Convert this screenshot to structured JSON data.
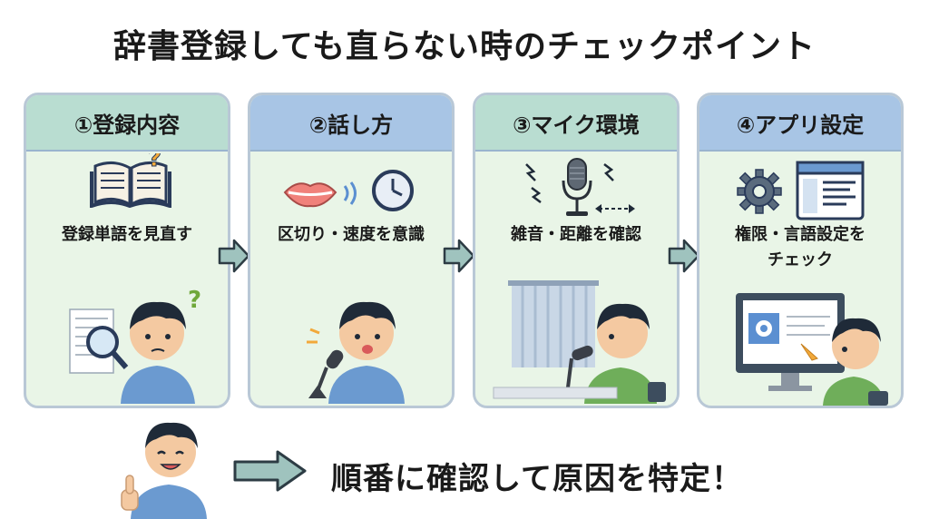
{
  "title": "辞書登録しても直らない時のチェックポイント",
  "cards": [
    {
      "header": "①登録内容",
      "text": "登録単語を見直す"
    },
    {
      "header": "②話し方",
      "text": "区切り・速度を意識"
    },
    {
      "header": "③マイク環境",
      "text": "雑音・距離を確認"
    },
    {
      "header": "④アプリ設定",
      "text_line1": "権限・言語設定を",
      "text_line2": "チェック"
    }
  ],
  "conclusion": "順番に確認して原因を特定！",
  "icons": [
    "book-question-icon",
    "lips-icon",
    "sound-waves-icon",
    "clock-icon",
    "microphone-icon",
    "noise-icon",
    "distance-arrow-icon",
    "gear-icon",
    "settings-window-icon"
  ]
}
